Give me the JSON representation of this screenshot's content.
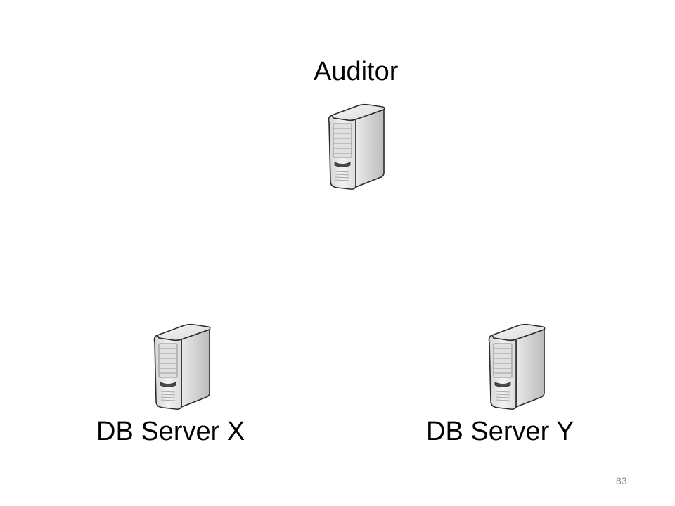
{
  "nodes": {
    "auditor": {
      "label": "Auditor",
      "icon": "server-icon"
    },
    "db_x": {
      "label": "DB Server X",
      "icon": "server-icon"
    },
    "db_y": {
      "label": "DB Server Y",
      "icon": "server-icon"
    }
  },
  "page_number": "83",
  "colors": {
    "background": "#ffffff",
    "text": "#000000",
    "page_number": "#8c8c8c",
    "server_body": "#e6e6e6",
    "server_outline": "#2b2b2b"
  }
}
